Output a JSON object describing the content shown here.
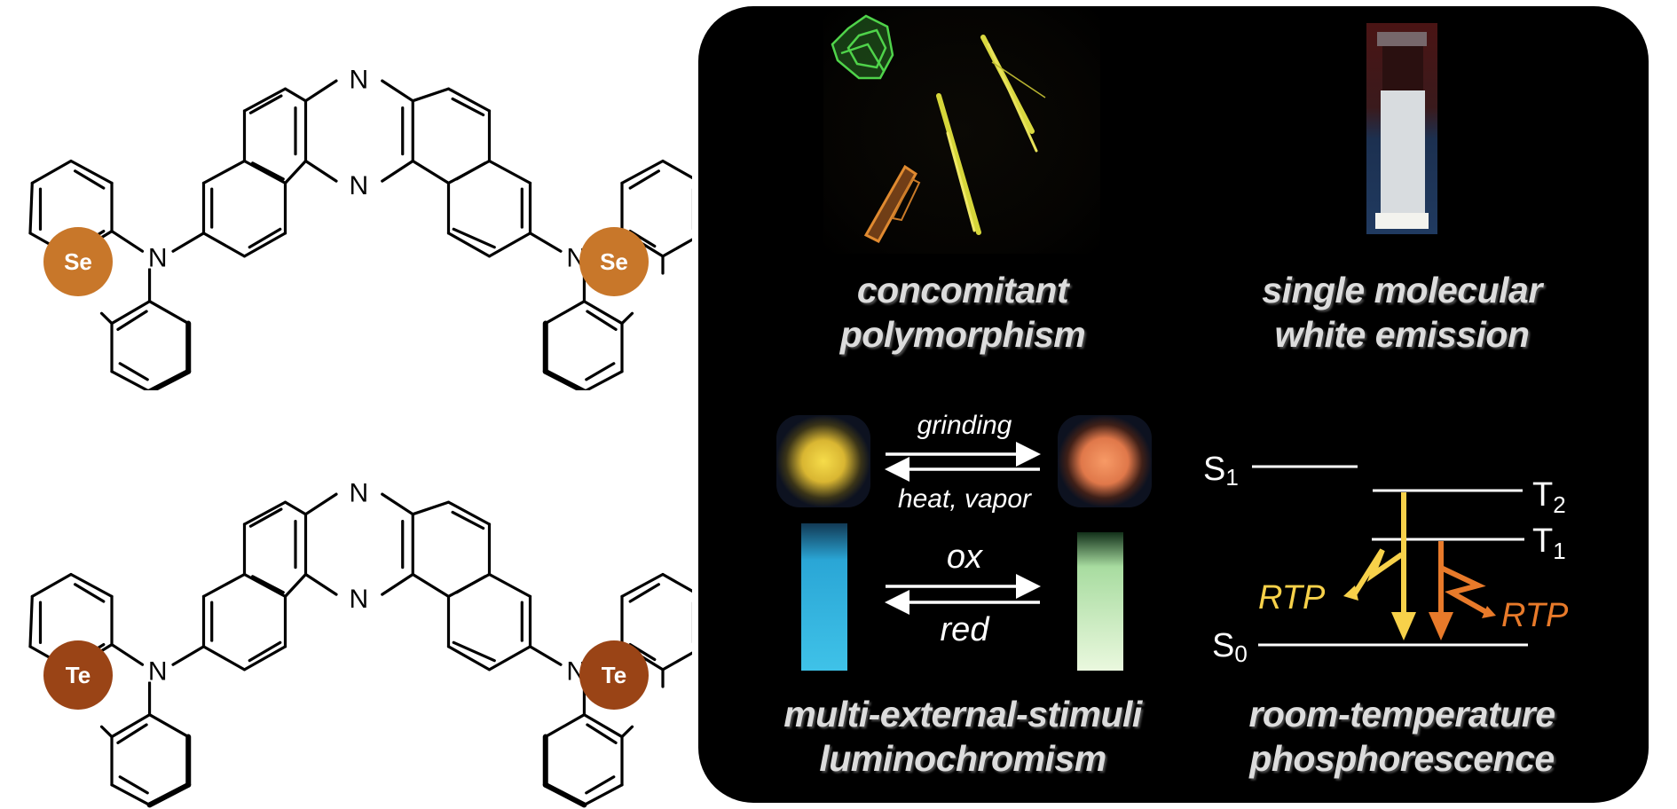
{
  "molecules": [
    {
      "id": "se",
      "heteroatom": "Se",
      "heteroatom_color": "#c8772a",
      "nitrogen_label": "N"
    },
    {
      "id": "te",
      "heteroatom": "Te",
      "heteroatom_color": "#9a4416",
      "nitrogen_label": "N"
    }
  ],
  "panel": {
    "properties": [
      {
        "id": "polymorphism",
        "line1": "concomitant",
        "line2": "polymorphism"
      },
      {
        "id": "white-emission",
        "line1": "single molecular",
        "line2": "white emission"
      },
      {
        "id": "luminochromism",
        "line1": "multi-external-stimuli",
        "line2": "luminochromism"
      },
      {
        "id": "rtp",
        "line1": "room-temperature",
        "line2": "phosphorescence"
      }
    ],
    "stimuli": {
      "mechano_forward": "grinding",
      "mechano_reverse": "heat, vapor",
      "redox_forward": "ox",
      "redox_reverse": "red"
    },
    "energy_diagram": {
      "levels": [
        {
          "name": "S",
          "sub": "1"
        },
        {
          "name": "T",
          "sub": "2"
        },
        {
          "name": "T",
          "sub": "1"
        },
        {
          "name": "S",
          "sub": "0"
        }
      ],
      "emission_labels": [
        "RTP",
        "RTP"
      ],
      "colors": {
        "se": "#f7d14a",
        "te": "#e87a2a",
        "level": "#ffffff"
      }
    },
    "colors": {
      "background": "#000000",
      "label_text": "#dcdcdc",
      "crystal_green": "#4fd34a",
      "crystal_yellow": "#e0e040",
      "crystal_orange": "#e08a30",
      "powder_yellow": "#f2d23c",
      "powder_orange": "#f08a55",
      "cuvette_blue": "#3fc2e8",
      "cuvette_green": "#e6f7d8"
    }
  }
}
